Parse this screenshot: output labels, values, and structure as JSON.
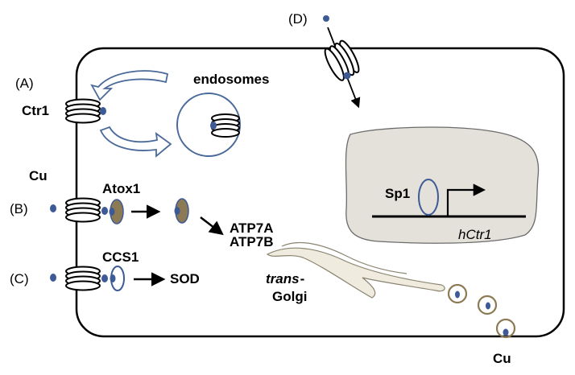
{
  "labels": {
    "panel_a": "(A)",
    "panel_b": "(B)",
    "panel_c": "(C)",
    "panel_d": "(D)",
    "ctr1": "Ctr1",
    "endosomes": "endosomes",
    "cu_top": "Cu",
    "atox1": "Atox1",
    "atp7a": "ATP7A",
    "atp7b": "ATP7B",
    "ccs1": "CCS1",
    "sod": "SOD",
    "sp1": "Sp1",
    "hctr1": "hCtr1",
    "trans": "trans",
    "trans_dash": "-",
    "golgi": "Golgi",
    "cu_bottom": "Cu"
  },
  "colors": {
    "copper_dot": "#3d5a96",
    "cycle_arrow": "#4a6a9a",
    "chaperone_fill": "#8c7a55",
    "nucleus_fill": "#e3e1d9",
    "golgi_fill": "#efebde",
    "vesicle_ring": "#8c7a55"
  }
}
